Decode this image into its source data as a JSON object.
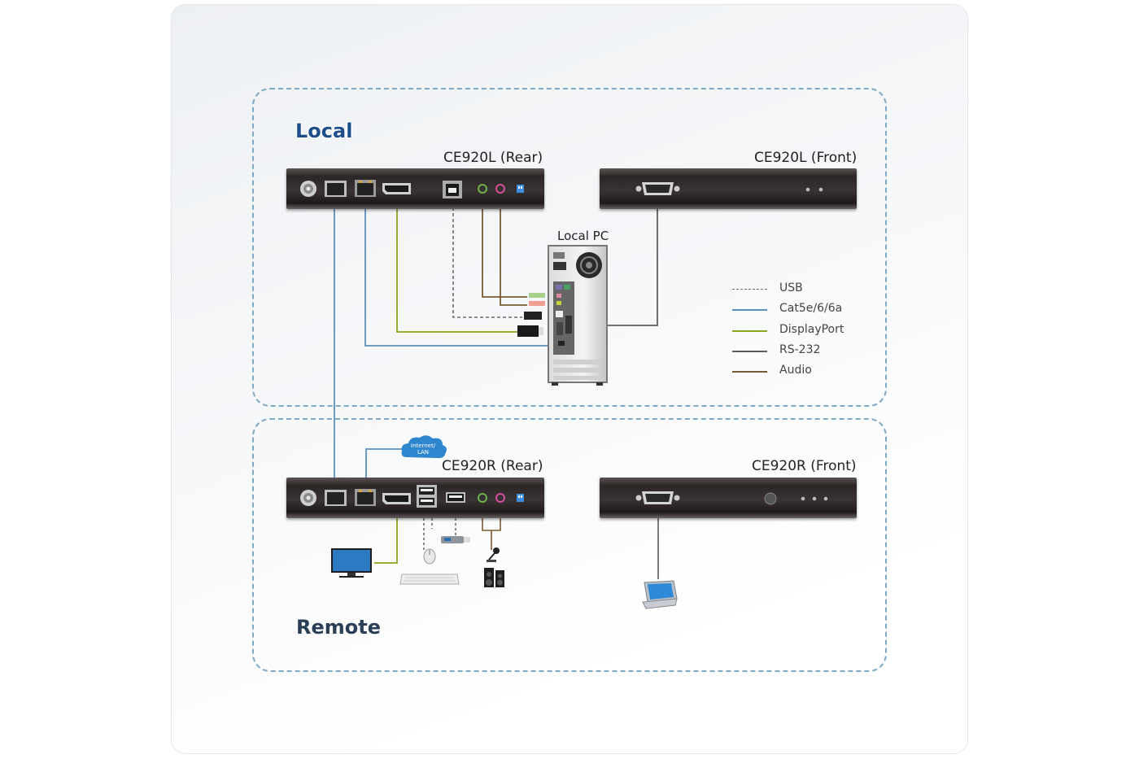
{
  "zones": {
    "local": {
      "title": "Local"
    },
    "remote": {
      "title": "Remote"
    }
  },
  "devices": {
    "ce920l_rear": {
      "label": "CE920L (Rear)"
    },
    "ce920l_front": {
      "label": "CE920L (Front)"
    },
    "ce920r_rear": {
      "label": "CE920R (Rear)"
    },
    "ce920r_front": {
      "label": "CE920R (Front)"
    },
    "local_pc": {
      "label": "Local PC"
    },
    "cloud": {
      "label_line1": "Internet/",
      "label_line2": "LAN"
    }
  },
  "legend": [
    {
      "label": "USB",
      "color": "#6b6b6b",
      "style": "dashed"
    },
    {
      "label": "Cat5e/6/6a",
      "color": "#5b91bd",
      "style": "solid"
    },
    {
      "label": "DisplayPort",
      "color": "#8aa51a",
      "style": "solid"
    },
    {
      "label": "RS-232",
      "color": "#5c5c5c",
      "style": "solid"
    },
    {
      "label": "Audio",
      "color": "#7a5a35",
      "style": "solid"
    }
  ],
  "colors": {
    "zone_border": "#7fa9c2",
    "cat5": "#5b91bd",
    "displayport": "#8aa51a",
    "rs232": "#5c5c5c",
    "audio": "#7a5a35",
    "usb": "#6b6b6b"
  }
}
